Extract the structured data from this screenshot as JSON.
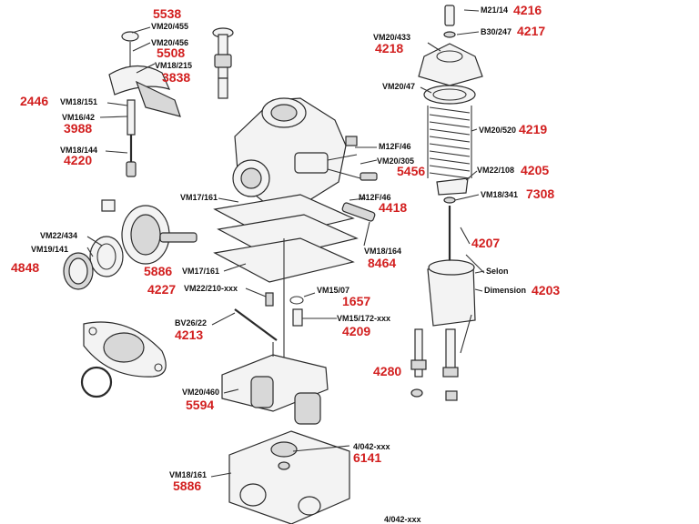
{
  "colors": {
    "part_number": "#d21f1f",
    "part_code": "#111111",
    "lines": "#333333",
    "background": "#ffffff"
  },
  "labels": {
    "c_vm20_455": "VM20/455",
    "c_vm20_456": "VM20/456",
    "c_vm18_215": "VM18/215",
    "c_vm18_151": "VM18/151",
    "c_vm16_42": "VM16/42",
    "c_vm18_144": "VM18/144",
    "c_vm17_161_a": "VM17/161",
    "c_vm22_434": "VM22/434",
    "c_vm19_141": "VM19/141",
    "c_vm17_161_b": "VM17/161",
    "c_vm22_210": "VM22/210-xxx",
    "c_bv26_22": "BV26/22",
    "c_vm20_460": "VM20/460",
    "c_vm18_161": "VM18/161",
    "c_m12f_46_a": "M12F/46",
    "c_vm20_305": "VM20/305",
    "c_m12f_46_b": "M12F/46",
    "c_vm18_164": "VM18/164",
    "c_vm15_07": "VM15/07",
    "c_vm15_172": "VM15/172-xxx",
    "c_4_042_a": "4/042-xxx",
    "c_4_042_b": "4/042-xxx",
    "c_m21_14": "M21/14",
    "c_b30_247": "B30/247",
    "c_vm20_433": "VM20/433",
    "c_vm20_47": "VM20/47",
    "c_vm20_520": "VM20/520",
    "c_vm22_108": "VM22/108",
    "c_vm18_341": "VM18/341",
    "c_selon": "Selon",
    "c_dimension": "Dimension",
    "n_5538": "5538",
    "n_5508": "5508",
    "n_3838": "3838",
    "n_2446": "2446",
    "n_3988": "3988",
    "n_4220": "4220",
    "n_4848": "4848",
    "n_5886_a": "5886",
    "n_4227": "4227",
    "n_4213": "4213",
    "n_5594": "5594",
    "n_5886_b": "5886",
    "n_5456": "5456",
    "n_4418": "4418",
    "n_8464": "8464",
    "n_1657": "1657",
    "n_4209": "4209",
    "n_6141": "6141",
    "n_4216": "4216",
    "n_4217": "4217",
    "n_4218": "4218",
    "n_4219": "4219",
    "n_4205": "4205",
    "n_7308": "7308",
    "n_4207": "4207",
    "n_4203": "4203",
    "n_4280": "4280"
  }
}
